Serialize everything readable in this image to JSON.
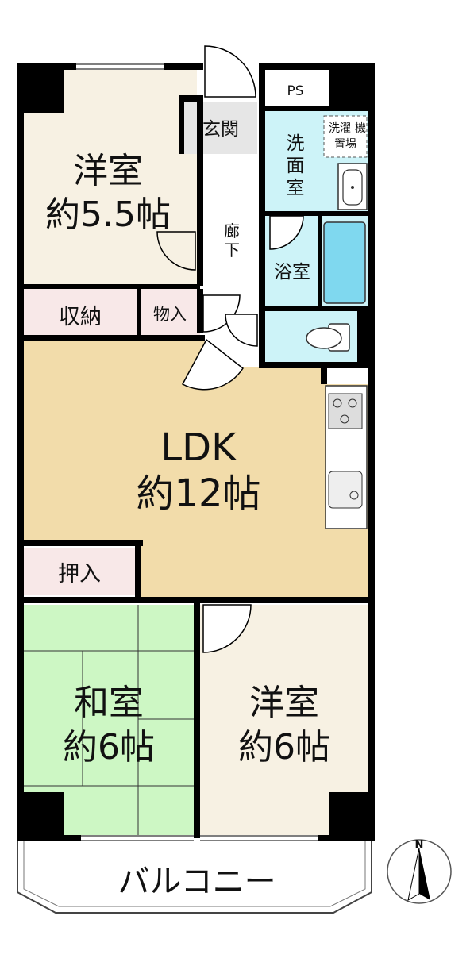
{
  "plan": {
    "western_room_1": {
      "name": "洋室",
      "size": "約5.5帖"
    },
    "storage_1": "収納",
    "storage_2": "物入",
    "entrance": "玄関",
    "corridor_1": "廊",
    "corridor_2": "下",
    "ps": "PS",
    "washroom_1": "洗",
    "washroom_2": "面",
    "washroom_3": "室",
    "washer_1": "洗濯",
    "washer_2": "機",
    "washer_3": "置場",
    "bathroom": "浴室",
    "ldk": {
      "name": "LDK",
      "size": "約12帖"
    },
    "closet": "押入",
    "japanese_room": {
      "name": "和室",
      "size": "約6帖"
    },
    "western_room_2": {
      "name": "洋室",
      "size": "約6帖"
    },
    "balcony": "バルコニー",
    "compass_north": "N"
  },
  "colors": {
    "wall": "#000000",
    "western_room": "#f7f1e3",
    "ldk": "#f2dcaa",
    "japanese_room": "#cdf7c4",
    "storage": "#f8e8e8",
    "wet_area": "#cdf3f8",
    "entrance": "#e6e6e6",
    "bathtub": "#7fd8ef"
  }
}
